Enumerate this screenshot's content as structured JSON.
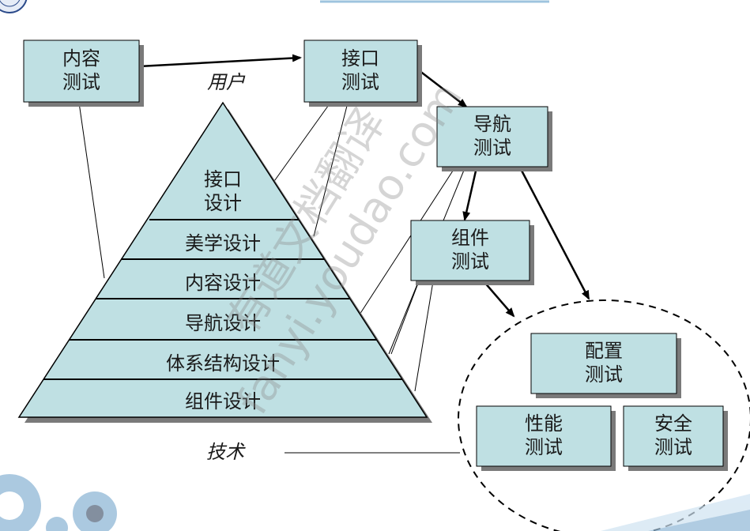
{
  "diagram": {
    "boxes": {
      "content_test": [
        "内容",
        "测试"
      ],
      "interface_test": [
        "接口",
        "测试"
      ],
      "navigation_test": [
        "导航",
        "测试"
      ],
      "component_test": [
        "组件",
        "测试"
      ],
      "configuration_test": [
        "配置",
        "测试"
      ],
      "performance_test": [
        "性能",
        "测试"
      ],
      "security_test": [
        "安全",
        "测试"
      ]
    },
    "pyramid_layers": [
      "接口",
      "设计",
      "美学设计",
      "内容设计",
      "导航设计",
      "体系结构设计",
      "组件设计"
    ],
    "axis_labels": {
      "user": "用户",
      "technology": "技术"
    },
    "watermark": [
      "有道文档翻译",
      "fanyi.youdao.com"
    ],
    "colors": {
      "box_fill": "#bfe0e3",
      "shadow": "#7a7a7a",
      "pyramid_fill": "#bfe0e3",
      "line": "#000000"
    }
  }
}
